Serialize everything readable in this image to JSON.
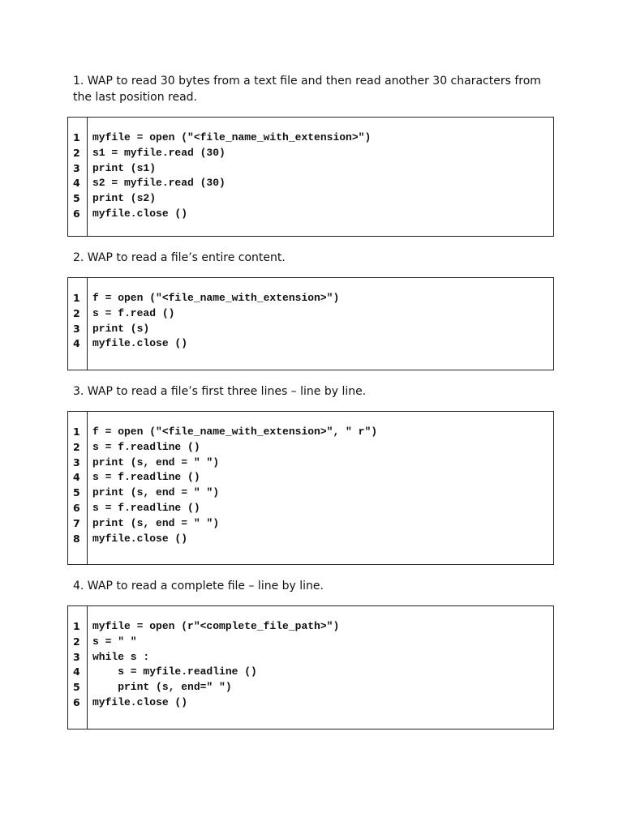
{
  "exercises": [
    {
      "question": "1. WAP to read 30 bytes from a text file and then read another 30 characters from the last position read.",
      "line_numbers": [
        "1",
        "2",
        "3",
        "4",
        "5",
        "6"
      ],
      "code": [
        "myfile = open (\"<file_name_with_extension>\")",
        "s1 = myfile.read (30)",
        "print (s1)",
        "s2 = myfile.read (30)",
        "print (s2)",
        "myfile.close ()"
      ]
    },
    {
      "question": "2. WAP to read a file’s entire content.",
      "line_numbers": [
        "1",
        "2",
        "3",
        "4"
      ],
      "code": [
        "f = open (\"<file_name_with_extension>\")",
        "s = f.read ()",
        "print (s)",
        "myfile.close ()"
      ]
    },
    {
      "question": "3. WAP to read a file’s first three lines – line by line.",
      "line_numbers": [
        "1",
        "2",
        "3",
        "4",
        "5",
        "6",
        "7",
        "8"
      ],
      "code": [
        "f = open (\"<file_name_with_extension>\", \" r\")",
        "s = f.readline ()",
        "print (s, end = \" \")",
        "s = f.readline ()",
        "print (s, end = \" \")",
        "s = f.readline ()",
        "print (s, end = \" \")",
        "myfile.close ()"
      ]
    },
    {
      "question": "4. WAP to read a complete file – line by line.",
      "line_numbers": [
        "1",
        "2",
        "3",
        "4",
        "5",
        "6"
      ],
      "code": [
        "myfile = open (r\"<complete_file_path>\")",
        "s = \" \"",
        "while s :",
        "    s = myfile.readline ()",
        "    print (s, end=\" \")",
        "myfile.close ()"
      ]
    }
  ]
}
